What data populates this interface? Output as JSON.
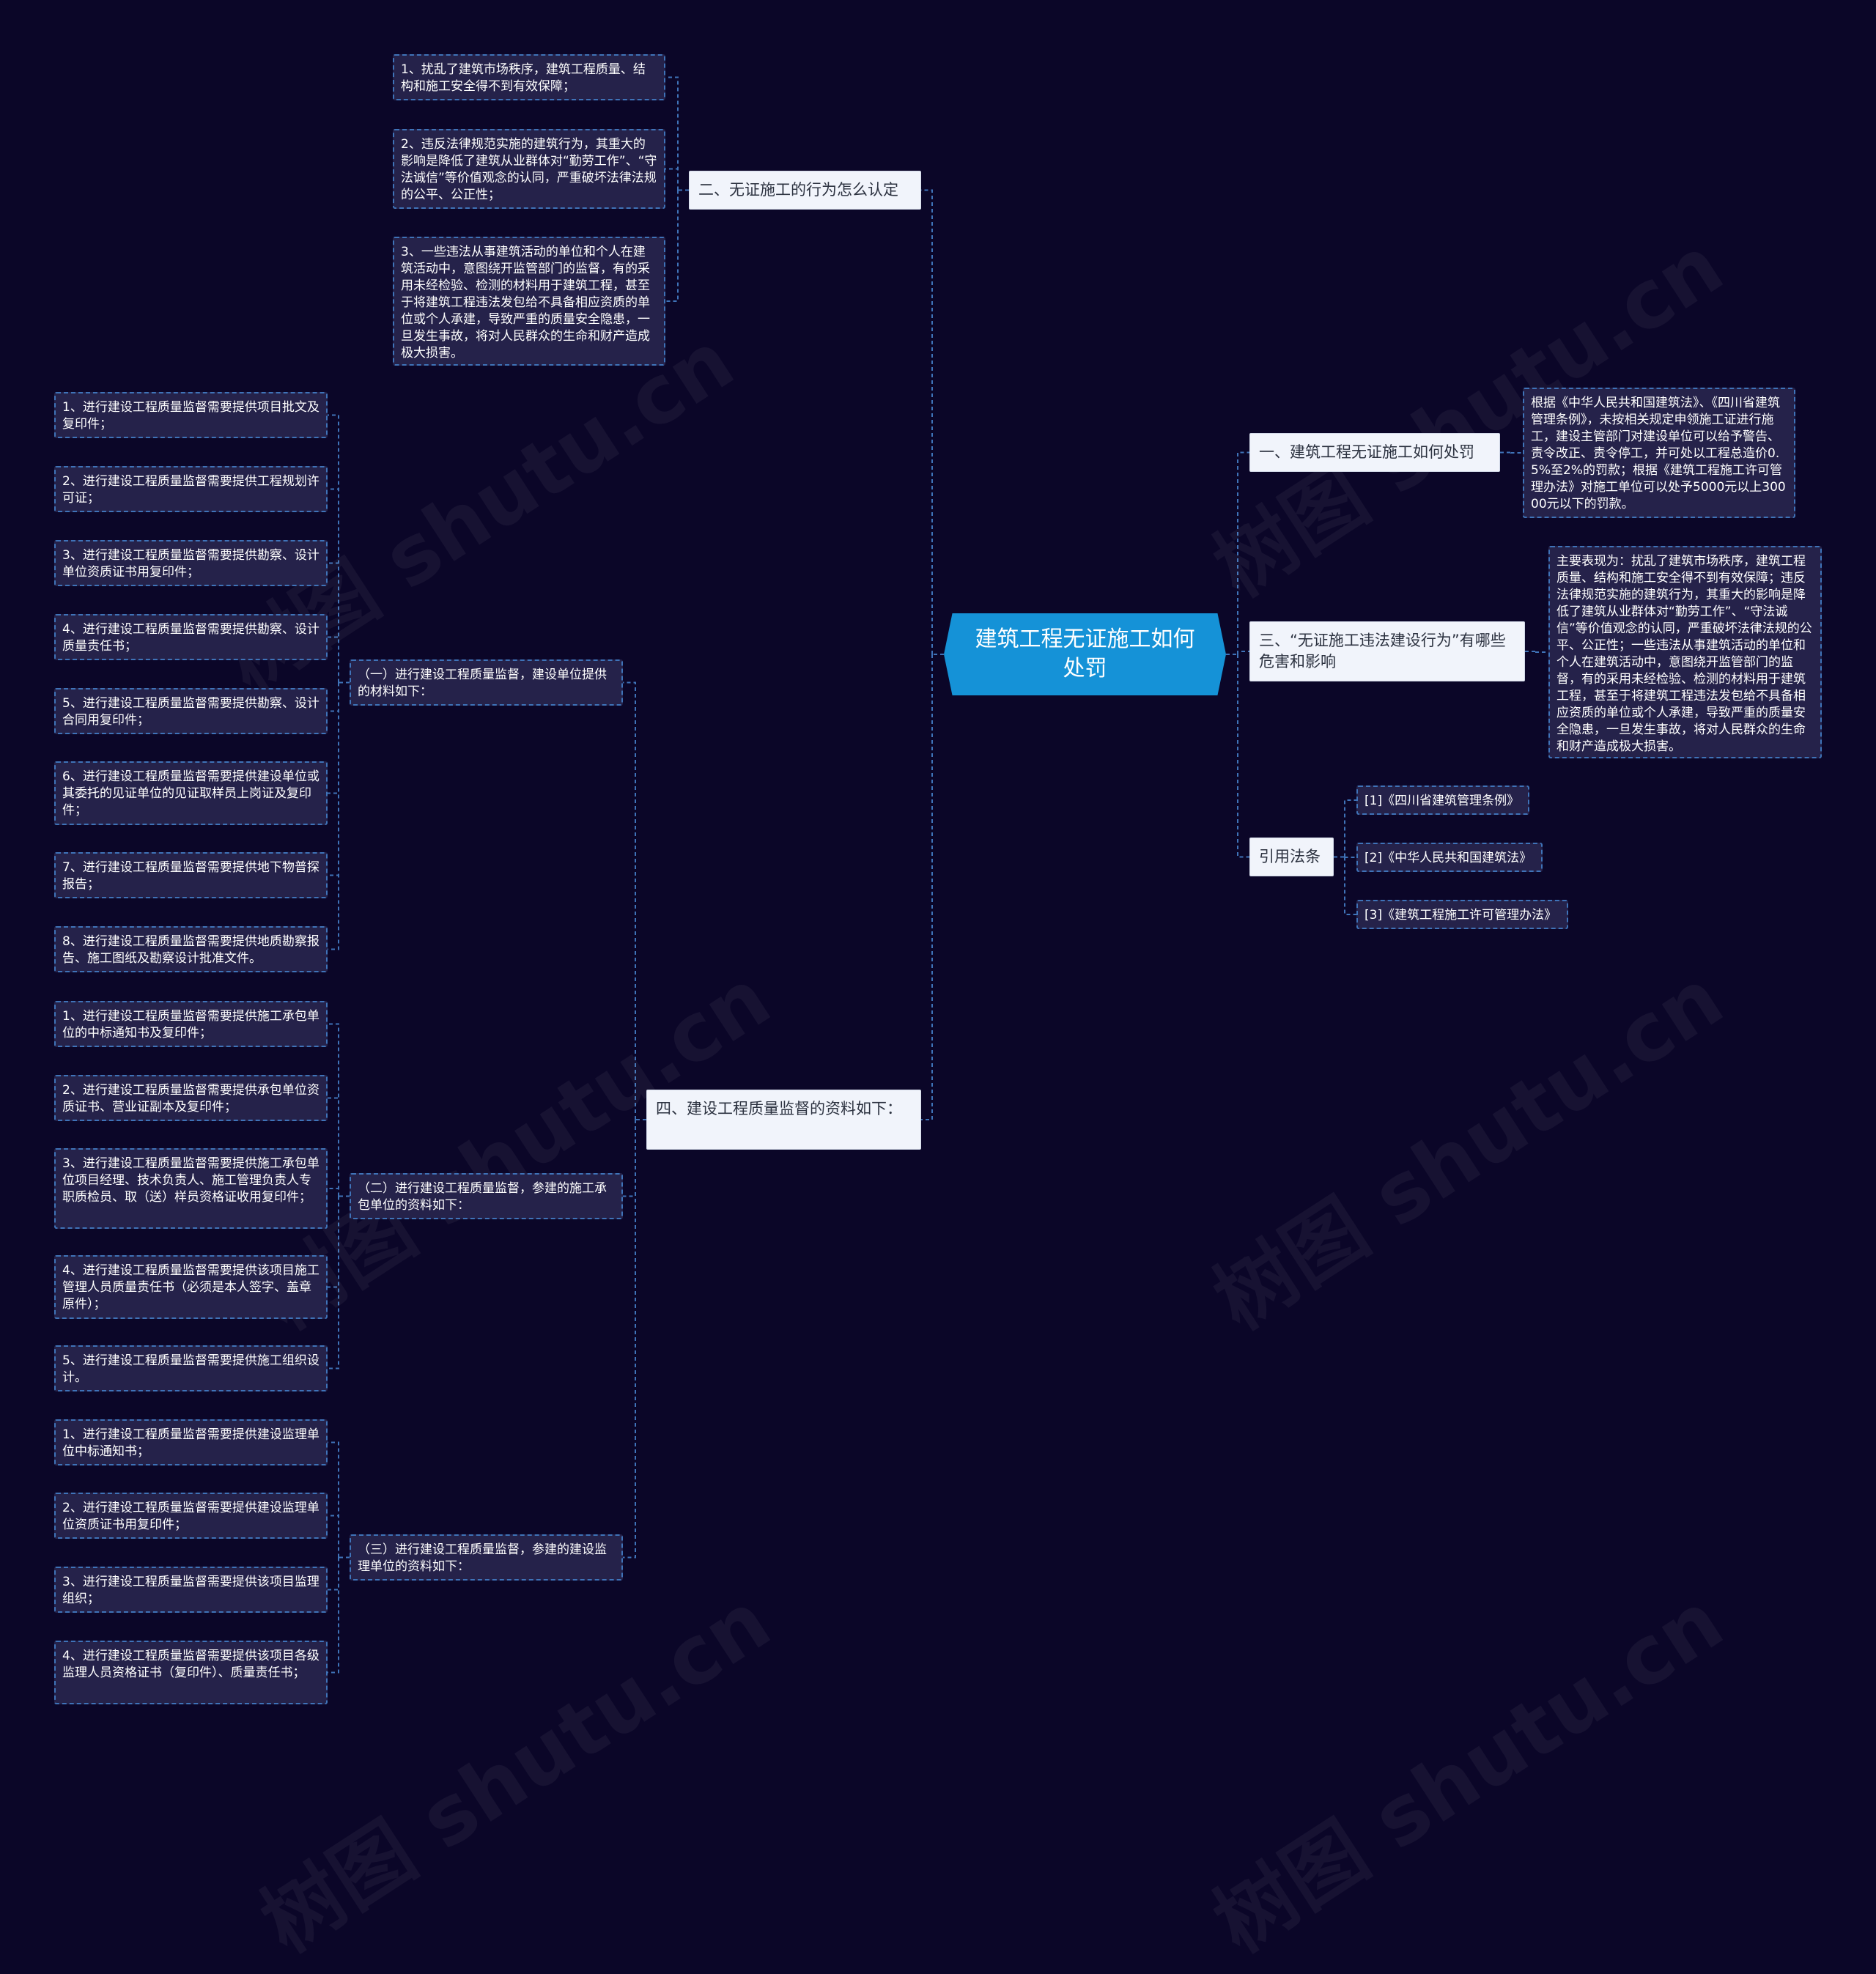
{
  "colors": {
    "background": "#0b0628",
    "center": "#1592d7",
    "branch_bg": "#f1f4fb",
    "leaf_bg": "#25224a",
    "connector": "#3f73b8"
  },
  "watermark": "树图 shutu.cn",
  "center": {
    "title": "建筑工程无证施工如何处罚"
  },
  "right": {
    "punish": {
      "label": "一、建筑工程无证施工如何处罚",
      "detail": "根据《中华人民共和国建筑法》、《四川省建筑管理条例》，未按相关规定申领施工证进行施工，建设主管部门对建设单位可以给予警告、责令改正、责令停工，并可处以工程总造价0.5%至2%的罚款；根据《建筑工程施工许可管理办法》对施工单位可以处予5000元以上30000元以下的罚款。"
    },
    "harm": {
      "label": "三、“无证施工违法建设行为”有哪些危害和影响",
      "detail": "主要表现为：扰乱了建筑市场秩序，建筑工程质量、结构和施工安全得不到有效保障；违反法律规范实施的建筑行为，其重大的影响是降低了建筑从业群体对“勤劳工作”、“守法诚信”等价值观念的认同，严重破坏法律法规的公平、公正性；一些违法从事建筑活动的单位和个人在建筑活动中，意图绕开监管部门的监督，有的采用未经检验、检测的材料用于建筑工程，甚至于将建筑工程违法发包给不具备相应资质的单位或个人承建，导致严重的质量安全隐患，一旦发生事故，将对人民群众的生命和财产造成极大损害。"
    },
    "laws": {
      "label": "引用法条",
      "items": [
        "[1]《四川省建筑管理条例》",
        "[2]《中华人民共和国建筑法》",
        "[3]《建筑工程施工许可管理办法》"
      ]
    }
  },
  "left": {
    "identify": {
      "label": "二、无证施工的行为怎么认定",
      "items": [
        "1、扰乱了建筑市场秩序，建筑工程质量、结构和施工安全得不到有效保障；",
        "2、违反法律规范实施的建筑行为，其重大的影响是降低了建筑从业群体对“勤劳工作”、“守法诚信”等价值观念的认同，严重破坏法律法规的公平、公正性；",
        "3、一些违法从事建筑活动的单位和个人在建筑活动中，意图绕开监管部门的监督，有的采用未经检验、检测的材料用于建筑工程，甚至于将建筑工程违法发包给不具备相应资质的单位或个人承建，导致严重的质量安全隐患，一旦发生事故，将对人民群众的生命和财产造成极大损害。"
      ]
    },
    "materials": {
      "label": "四、建设工程质量监督的资料如下：",
      "groups": [
        {
          "label": "（一）进行建设工程质量监督，建设单位提供的材料如下：",
          "items": [
            "1、进行建设工程质量监督需要提供项目批文及复印件；",
            "2、进行建设工程质量监督需要提供工程规划许可证；",
            "3、进行建设工程质量监督需要提供勘察、设计单位资质证书用复印件；",
            "4、进行建设工程质量监督需要提供勘察、设计质量责任书；",
            "5、进行建设工程质量监督需要提供勘察、设计合同用复印件；",
            "6、进行建设工程质量监督需要提供建设单位或其委托的见证单位的见证取样员上岗证及复印件；",
            "7、进行建设工程质量监督需要提供地下物普探报告；",
            "8、进行建设工程质量监督需要提供地质勘察报告、施工图纸及勘察设计批准文件。"
          ]
        },
        {
          "label": "（二）进行建设工程质量监督，参建的施工承包单位的资料如下：",
          "items": [
            "1、进行建设工程质量监督需要提供施工承包单位的中标通知书及复印件；",
            "2、进行建设工程质量监督需要提供承包单位资质证书、营业证副本及复印件；",
            "3、进行建设工程质量监督需要提供施工承包单位项目经理、技术负责人、施工管理负责人专职质检员、取（送）样员资格证收用复印件；",
            "4、进行建设工程质量监督需要提供该项目施工管理人员质量责任书（必须是本人签字、盖章原件）；",
            "5、进行建设工程质量监督需要提供施工组织设计。"
          ]
        },
        {
          "label": "（三）进行建设工程质量监督，参建的建设监理单位的资料如下：",
          "items": [
            "1、进行建设工程质量监督需要提供建设监理单位中标通知书；",
            "2、进行建设工程质量监督需要提供建设监理单位资质证书用复印件；",
            "3、进行建设工程质量监督需要提供该项目监理组织；",
            "4、进行建设工程质量监督需要提供该项目各级监理人员资格证书（复印件）、质量责任书；"
          ]
        }
      ]
    }
  }
}
